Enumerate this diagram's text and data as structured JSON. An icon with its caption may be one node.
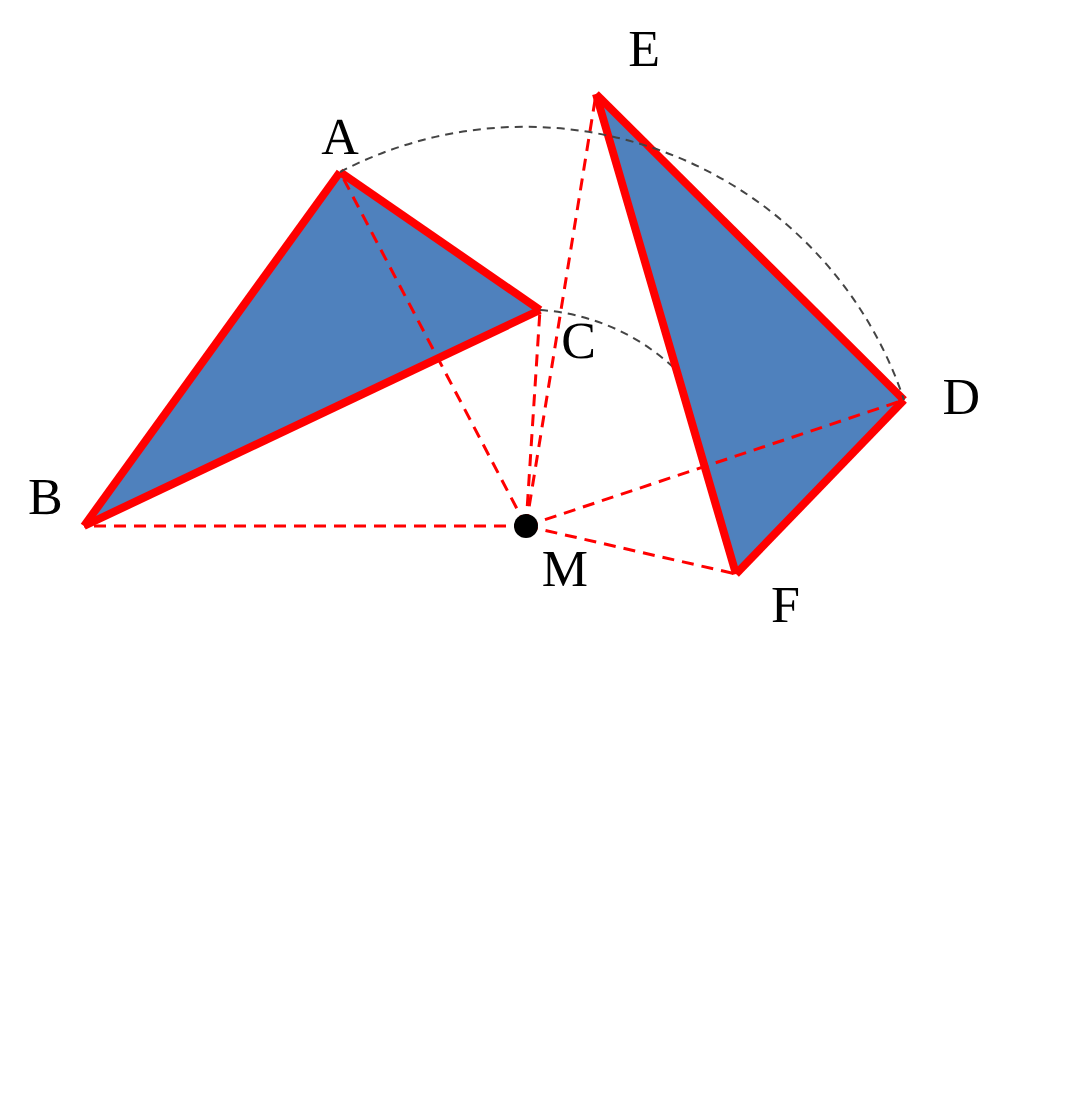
{
  "diagram": {
    "nodes": [
      {
        "text": [
          "A"
        ]
      },
      {
        "text": [
          "B"
        ]
      },
      {
        "text": [
          "C"
        ]
      },
      {
        "text": [
          "D"
        ]
      },
      {
        "text": [
          "E"
        ]
      },
      {
        "text": [
          "F"
        ]
      },
      {
        "text": [
          "M"
        ]
      }
    ],
    "edges": [
      {
        "from": 0,
        "to": 1,
        "arrow": "none",
        "style": "thick"
      },
      {
        "from": 1,
        "to": 2,
        "arrow": "none",
        "style": "thick"
      },
      {
        "from": 2,
        "to": 0,
        "arrow": "none",
        "style": "thick"
      },
      {
        "from": 4,
        "to": 5,
        "arrow": "none",
        "style": "thick"
      },
      {
        "from": 5,
        "to": 3,
        "arrow": "none",
        "style": "thick"
      },
      {
        "from": 3,
        "to": 4,
        "arrow": "none",
        "style": "thick"
      },
      {
        "from": 6,
        "to": 0,
        "arrow": "none",
        "style": "dashed"
      },
      {
        "from": 6,
        "to": 1,
        "arrow": "none",
        "style": "dashed"
      },
      {
        "from": 6,
        "to": 2,
        "arrow": "none",
        "style": "dashed"
      },
      {
        "from": 6,
        "to": 3,
        "arrow": "none",
        "style": "dashed"
      },
      {
        "from": 6,
        "to": 4,
        "arrow": "none",
        "style": "dashed"
      },
      {
        "from": 6,
        "to": 5,
        "arrow": "none",
        "style": "dashed"
      },
      {
        "from": 0,
        "to": 3,
        "arrow": "none",
        "style": "dashed",
        "color": "#444444"
      }
    ]
  }
}
